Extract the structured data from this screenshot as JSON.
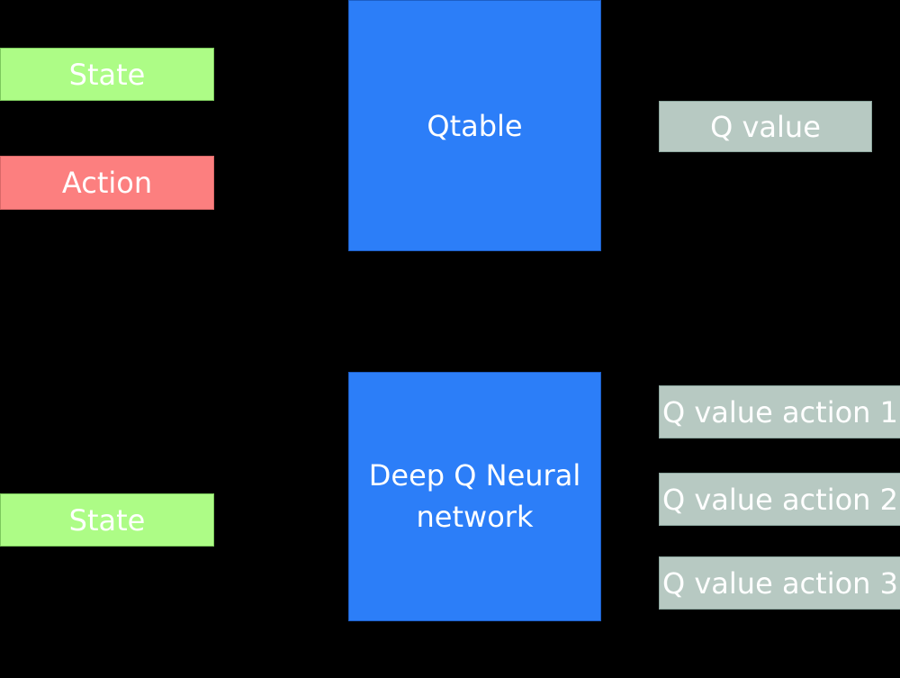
{
  "colors": {
    "background": "#000000",
    "state_fill": "#adfc86",
    "state_border": "#7cc95c",
    "action_fill": "#fc7f7f",
    "action_border": "#d96868",
    "process_fill": "#2c7ef8",
    "process_border": "#1d5ec6",
    "output_fill": "#b7c9c2",
    "output_border": "#8da79f",
    "text": "#ffffff"
  },
  "qlearning": {
    "state_label": "State",
    "action_label": "Action",
    "processor_label": "Qtable",
    "output_label": "Q value"
  },
  "deep_qlearning": {
    "state_label": "State",
    "processor_label": "Deep Q Neural network",
    "outputs": [
      {
        "label": "Q value action 1"
      },
      {
        "label": "Q value action 2"
      },
      {
        "label": "Q value action 3"
      }
    ]
  }
}
